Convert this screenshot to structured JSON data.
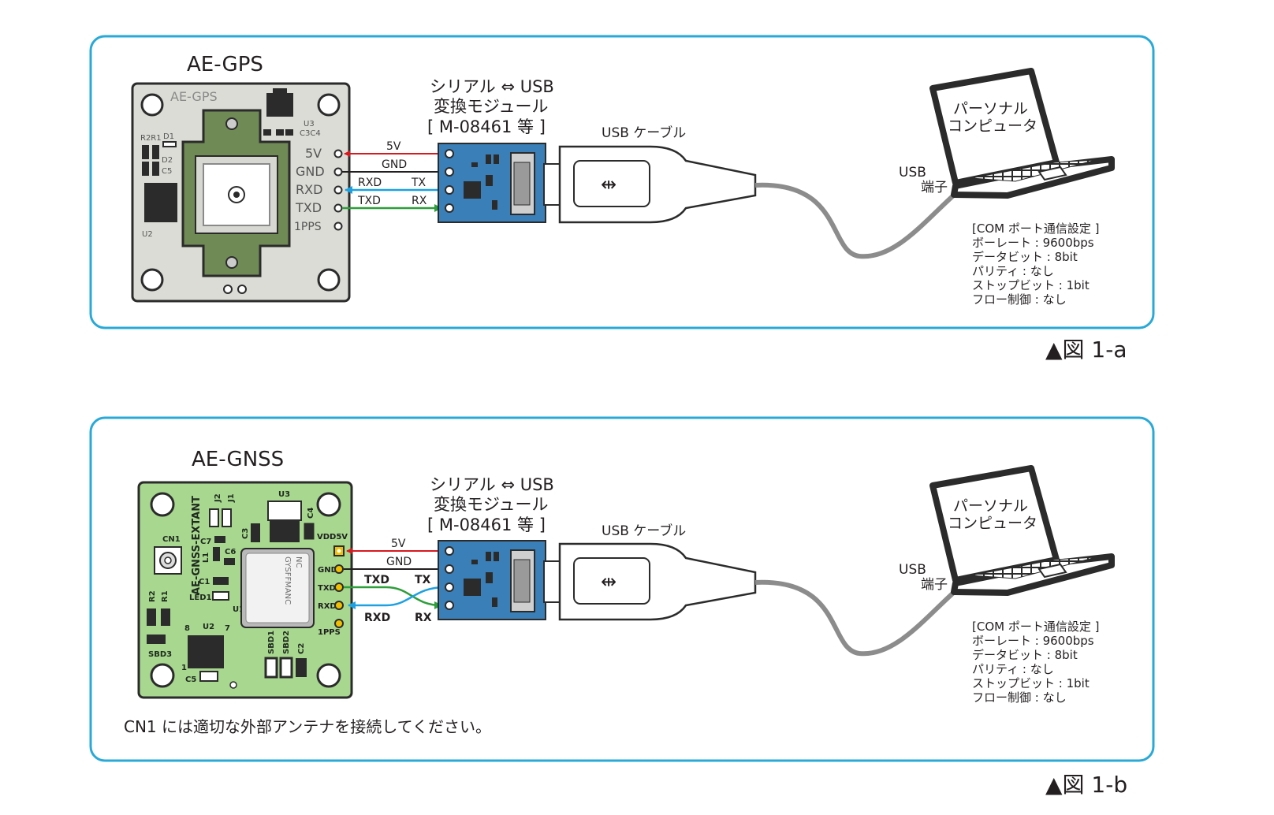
{
  "colors": {
    "frame": "#29a9d7",
    "gps_board": "#dcdcd6",
    "gnss_board": "#a8d88f",
    "module_board": "#3a7fb7",
    "wire_5v": "#d71920",
    "wire_gnd": "#231f20",
    "wire_rx": "#1da1e0",
    "wire_tx": "#2d9e3a",
    "cable": "#8c8c8c"
  },
  "panel_a": {
    "board_title": "AE-GPS",
    "board_silk": "AE-GPS",
    "board_parts": {
      "u3": "U3",
      "c3c4": "C3C4",
      "d1": "D1",
      "r2r1": "R2R1",
      "d2": "D2",
      "c5": "C5",
      "u2": "U2"
    },
    "pins": [
      "5V",
      "GND",
      "RXD",
      "TXD",
      "1PPS"
    ],
    "module_title": [
      "シリアル ⇔ USB",
      "変換モジュール",
      "[ M-08461 等 ]"
    ],
    "cable_label": "USB ケーブル",
    "wire_labels": {
      "v5": "5V",
      "gnd": "GND",
      "rxd": "RXD",
      "txd": "TXD",
      "tx": "TX",
      "rx": "RX"
    },
    "pc_label": [
      "パーソナル",
      "コンピュータ"
    ],
    "usb_port_label": [
      "USB",
      "端子"
    ],
    "com_settings": [
      "[COM ポート通信設定 ]",
      "ボーレート : 9600bps",
      "データビット : 8bit",
      "パリティ : なし",
      "ストップビット : 1bit",
      "フロー制御 : なし"
    ],
    "figure_caption": "▲図 1-a"
  },
  "panel_b": {
    "board_title": "AE-GNSS",
    "board_silk": "AE-GNSS-EXTANT",
    "module_marking": [
      "NC",
      "GYSFFMANC"
    ],
    "board_parts": {
      "j2": "J2",
      "j1": "J1",
      "u3": "U3",
      "c4": "C4",
      "cn1": "CN1",
      "c7": "C7",
      "l1": "L1",
      "c3": "C3",
      "c6": "C6",
      "c1": "C1",
      "led1": "LED1",
      "u1": "U1",
      "r2": "R2",
      "r1": "R1",
      "sbd3": "SBD3",
      "n8": "8",
      "u2": "U2",
      "n7": "7",
      "n1": "1",
      "c5": "C5",
      "sbd1": "SBD1",
      "sbd2": "SBD2",
      "c2": "C2"
    },
    "pins": [
      "VDD5V",
      "GND",
      "TXD",
      "RXD",
      "1PPS"
    ],
    "module_title": [
      "シリアル ⇔ USB",
      "変換モジュール",
      "[ M-08461 等 ]"
    ],
    "cable_label": "USB ケーブル",
    "wire_labels": {
      "v5": "5V",
      "gnd": "GND",
      "txd": "TXD",
      "tx": "TX",
      "rxd": "RXD",
      "rx": "RX"
    },
    "pc_label": [
      "パーソナル",
      "コンピュータ"
    ],
    "usb_port_label": [
      "USB",
      "端子"
    ],
    "com_settings": [
      "[COM ポート通信設定 ]",
      "ボーレート : 9600bps",
      "データビット : 8bit",
      "パリティ : なし",
      "ストップビット : 1bit",
      "フロー制御 : なし"
    ],
    "note": "CN1 には適切な外部アンテナを接続してください。",
    "figure_caption": "▲図 1-b"
  }
}
